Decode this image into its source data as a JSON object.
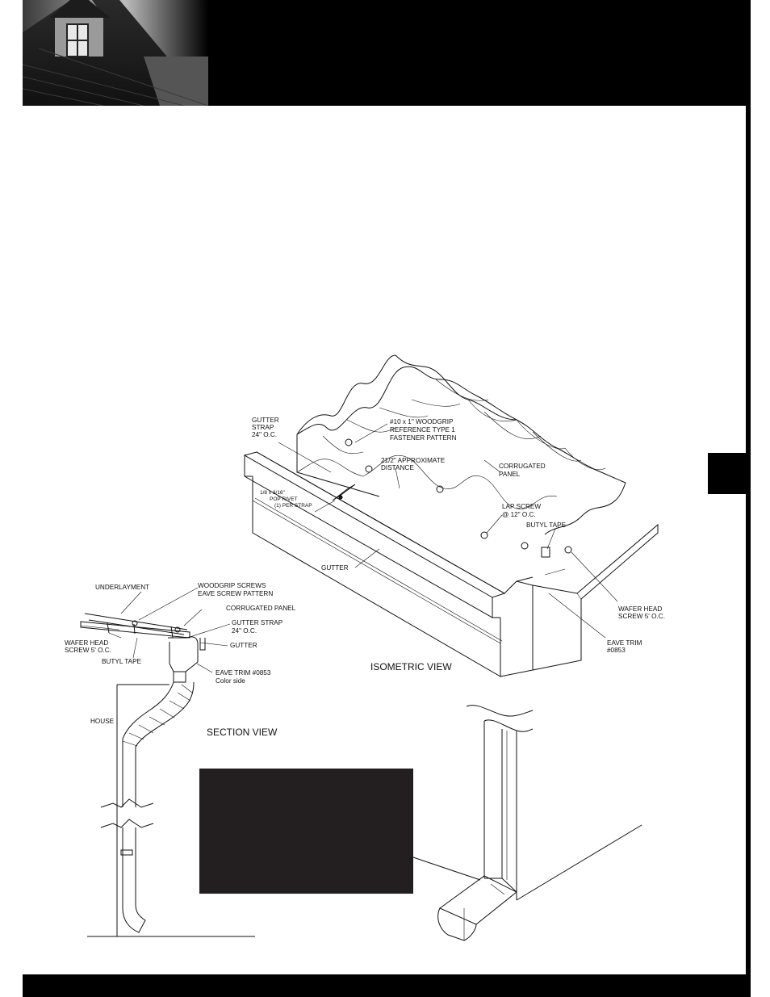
{
  "header": {
    "photo_icon": "house-roof-photo"
  },
  "isometric": {
    "title": "ISOMETRIC VIEW",
    "labels": {
      "gutter_strap": [
        "GUTTER",
        "STRAP",
        "24\" O.C."
      ],
      "woodgrip": [
        "#10 x 1\" WOODGRIP",
        "REFERENCE TYPE 1",
        "FASTENER PATTERN"
      ],
      "distance": [
        "21/2\" APPROXIMATE",
        "DISTANCE"
      ],
      "corrugated": [
        "CORRUGATED",
        "PANEL"
      ],
      "pop_rivet": [
        "1/8 x 3/16\"",
        "POP RIVET",
        "(1) PER STRAP"
      ],
      "lap_screw": [
        "LAP SCREW",
        "@ 12\" O.C."
      ],
      "butyl": "BUTYL TAPE",
      "gutter": "GUTTER",
      "wafer": [
        "WAFER HEAD",
        "SCREW 5' O.C."
      ],
      "eave_trim": [
        "EAVE TRIM",
        "#0853"
      ]
    }
  },
  "section": {
    "title": "SECTION VIEW",
    "labels": {
      "underlayment": "UNDERLAYMENT",
      "woodgrip": [
        "WOODGRIP SCREWS",
        "EAVE SCREW PATTERN"
      ],
      "corrugated": "CORRUGATED  PANEL",
      "gutter_strap": [
        "GUTTER STRAP",
        "24\" O.C."
      ],
      "gutter": "GUTTER",
      "wafer": [
        "WAFER HEAD",
        "SCREW 5' O.C."
      ],
      "butyl": "BUTYL TAPE",
      "eave_trim": [
        "EAVE TRIM #0853",
        "Color side"
      ],
      "house": "HOUSE"
    }
  }
}
